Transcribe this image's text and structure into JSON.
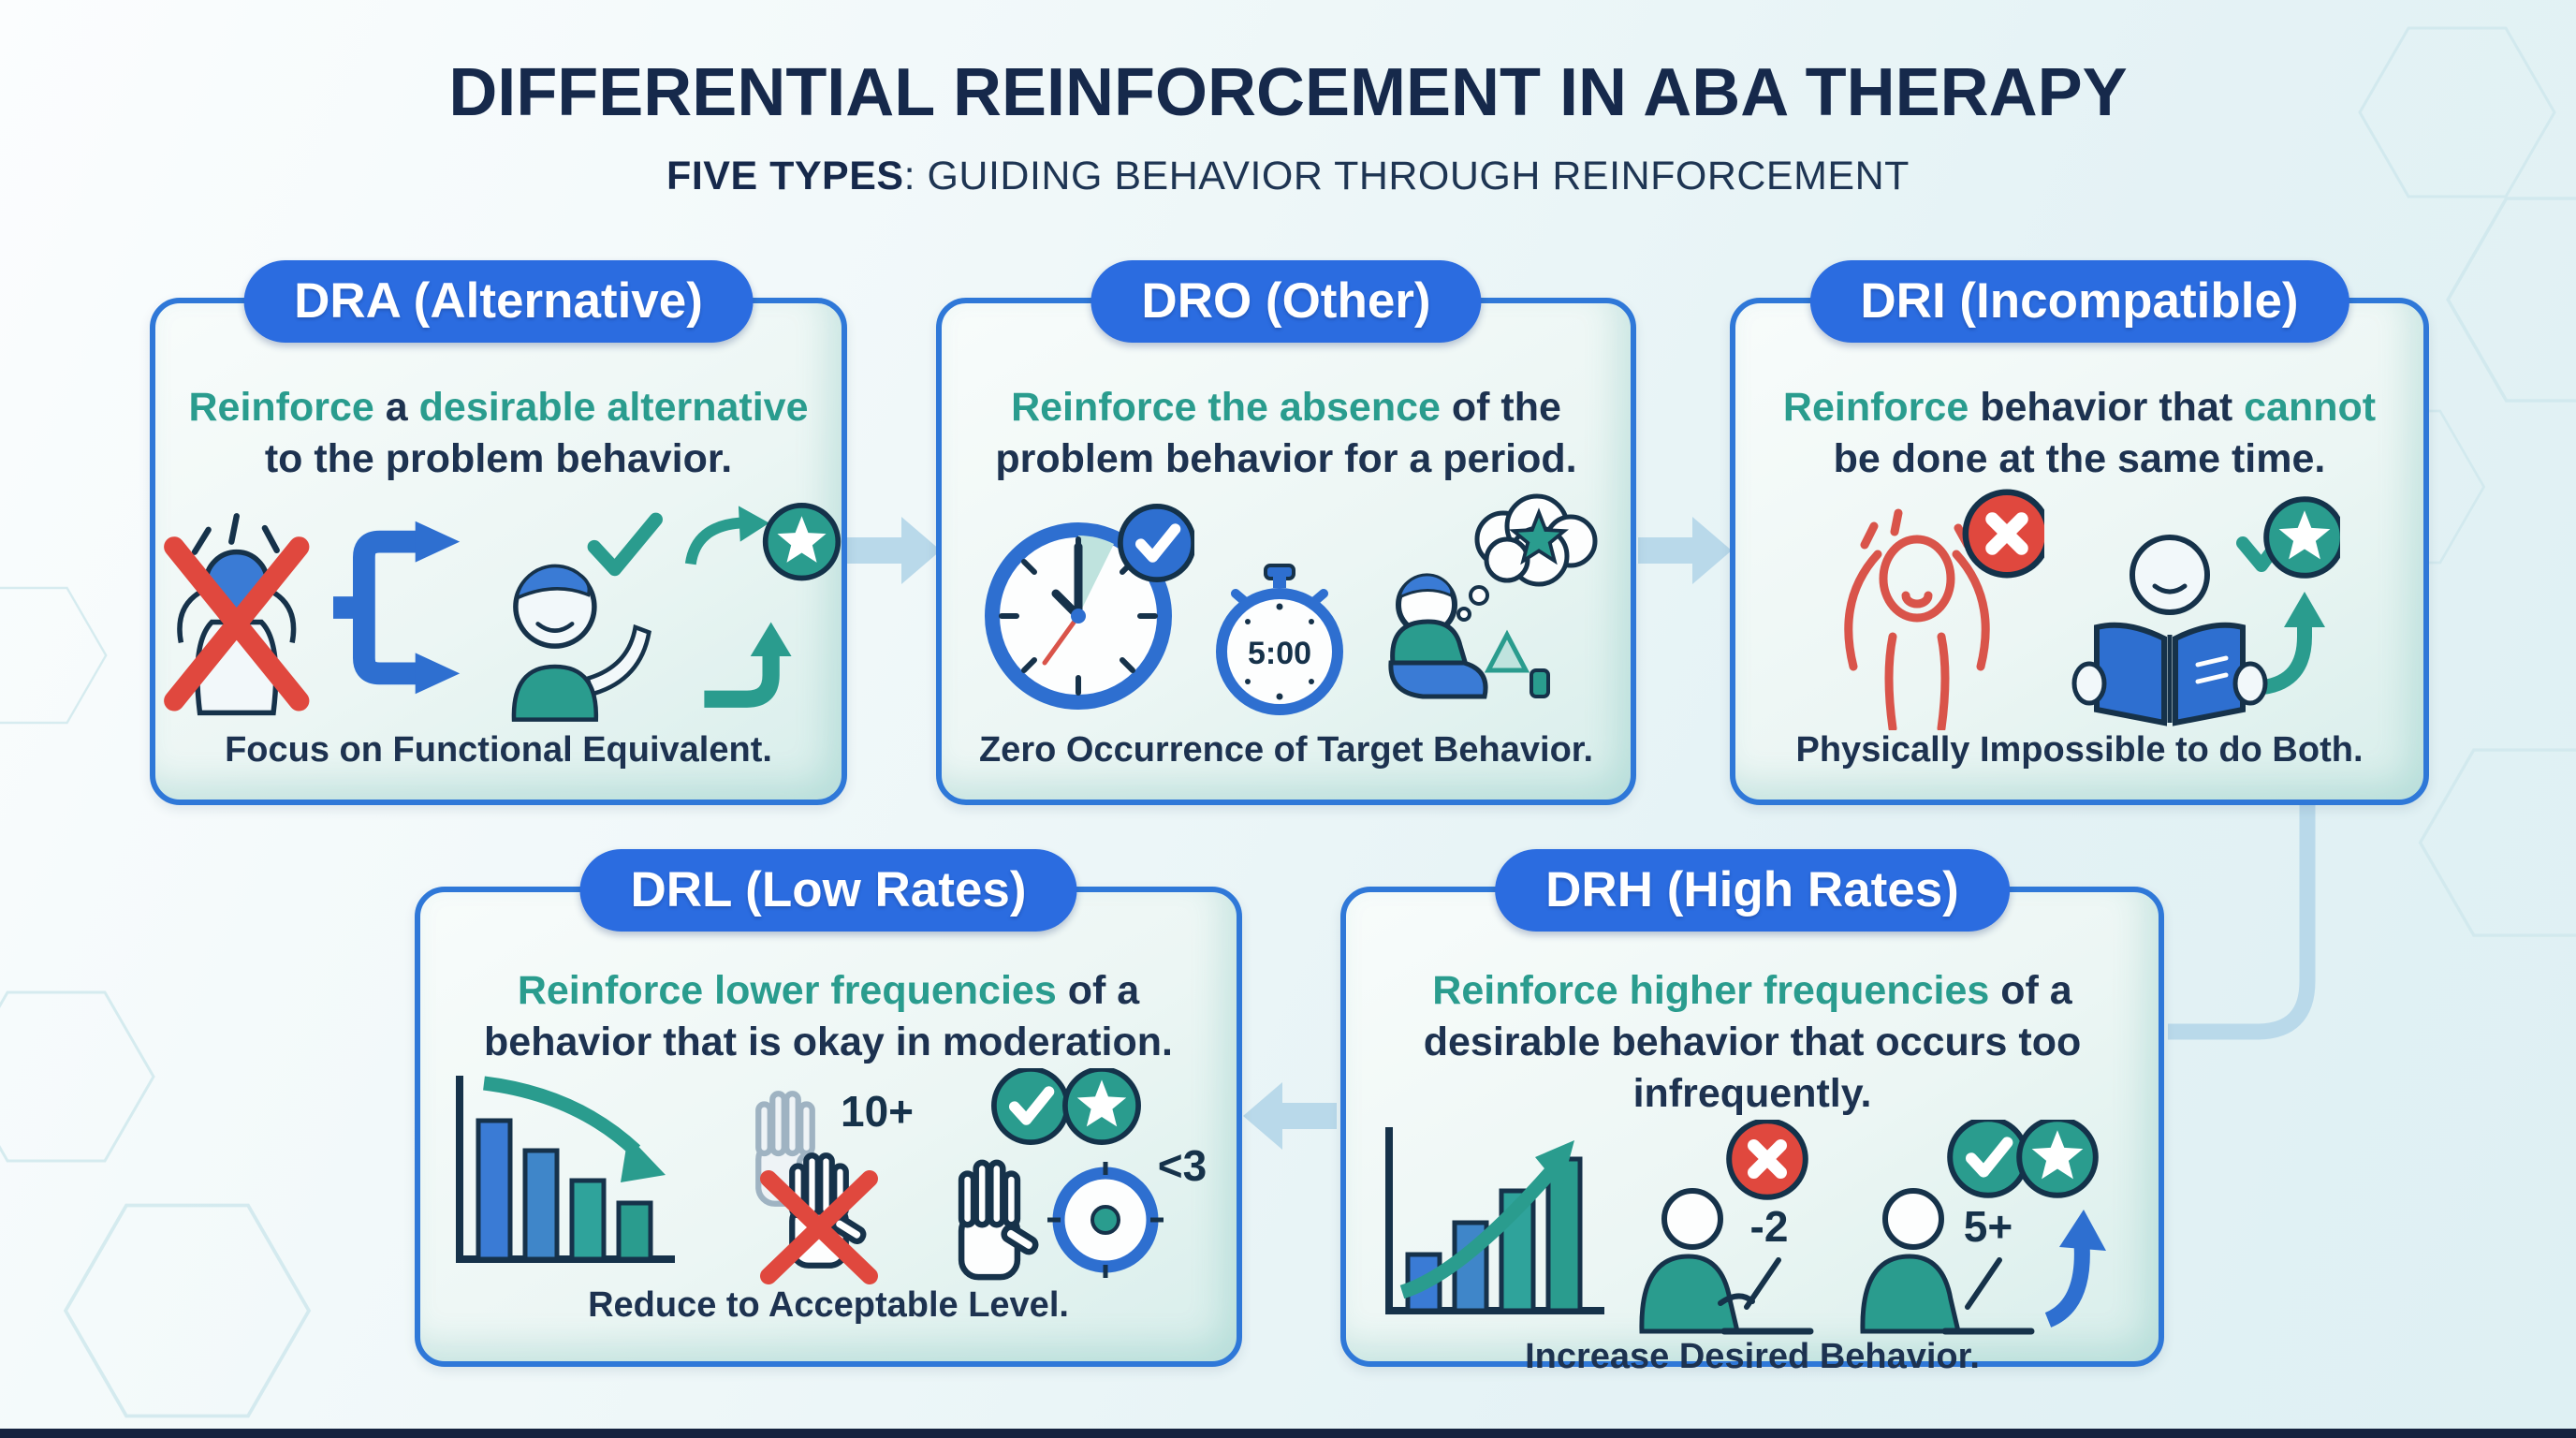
{
  "header": {
    "title": "DIFFERENTIAL REINFORCEMENT IN ABA THERAPY",
    "subtitle_prefix": "FIVE TYPES",
    "subtitle_separator": ": ",
    "subtitle_rest": "GUIDING BEHAVIOR THROUGH REINFORCEMENT"
  },
  "colors": {
    "accent_teal": "#2a9c8e",
    "navy_text": "#1d3250",
    "pill_blue": "#2b6ce0",
    "card_border_blue": "#2f78d8",
    "icon_blue": "#2e6fd0",
    "alert_red": "#e0483e",
    "connector_pale_blue": "#b9d9ea",
    "background_tint": "#e9f4f6"
  },
  "flow": {
    "sequence": [
      "DRA",
      "DRO",
      "DRI",
      "DRH",
      "DRL"
    ],
    "connectors": [
      "right-arrow",
      "right-arrow",
      "down-left-elbow",
      "left-arrow"
    ]
  },
  "cards": [
    {
      "id": "dra",
      "header": "DRA (Alternative)",
      "description": [
        {
          "text": "Reinforce",
          "emphasis": true
        },
        {
          "text": " a ",
          "emphasis": false
        },
        {
          "text": "desirable alternative",
          "emphasis": true
        },
        {
          "text": " to the problem behavior.",
          "emphasis": false
        }
      ],
      "caption": "Focus on Functional Equivalent.",
      "icons": [
        "crossed-out-tantrum-icon",
        "branching-arrows-icon",
        "child-waving-check-icon",
        "star-badge-up-arrow-icon"
      ]
    },
    {
      "id": "dro",
      "header": "DRO (Other)",
      "description": [
        {
          "text": "Reinforce the absence",
          "emphasis": true
        },
        {
          "text": " of the problem behavior for a period.",
          "emphasis": false
        }
      ],
      "caption": "Zero Occurrence of Target Behavior.",
      "labels": {
        "timer": "5:00"
      },
      "icons": [
        "clock-check-icon",
        "stopwatch-icon",
        "child-thinking-star-icon"
      ]
    },
    {
      "id": "dri",
      "header": "DRI (Incompatible)",
      "description": [
        {
          "text": "Reinforce",
          "emphasis": true
        },
        {
          "text": " behavior that ",
          "emphasis": false
        },
        {
          "text": "cannot",
          "emphasis": true
        },
        {
          "text": " be done at the same time.",
          "emphasis": false
        }
      ],
      "caption": "Physically Impossible to do Both.",
      "icons": [
        "screaming-person-x-icon",
        "reading-book-check-star-icon"
      ]
    },
    {
      "id": "drl",
      "header": "DRL (Low Rates)",
      "description": [
        {
          "text": "Reinforce lower frequencies",
          "emphasis": true
        },
        {
          "text": " of a behavior that is okay in moderation.",
          "emphasis": false
        }
      ],
      "caption": "Reduce to Acceptable Level.",
      "labels": {
        "high_count": "10+",
        "target_count": "<3"
      },
      "icons": [
        "declining-bar-chart-icon",
        "hands-crossed-x-icon",
        "check-star-badges-icon",
        "hand-target-icon"
      ]
    },
    {
      "id": "drh",
      "header": "DRH (High Rates)",
      "description": [
        {
          "text": "Reinforce higher frequencies",
          "emphasis": true
        },
        {
          "text": " of a desirable behavior that occurs too infrequently.",
          "emphasis": false
        }
      ],
      "caption": "Increase Desired Behavior.",
      "labels": {
        "low_count": "-2",
        "high_count": "5+"
      },
      "icons": [
        "rising-bar-chart-icon",
        "person-laptop-x-icon",
        "person-laptop-check-star-icon",
        "blue-up-arrow-icon"
      ]
    }
  ]
}
